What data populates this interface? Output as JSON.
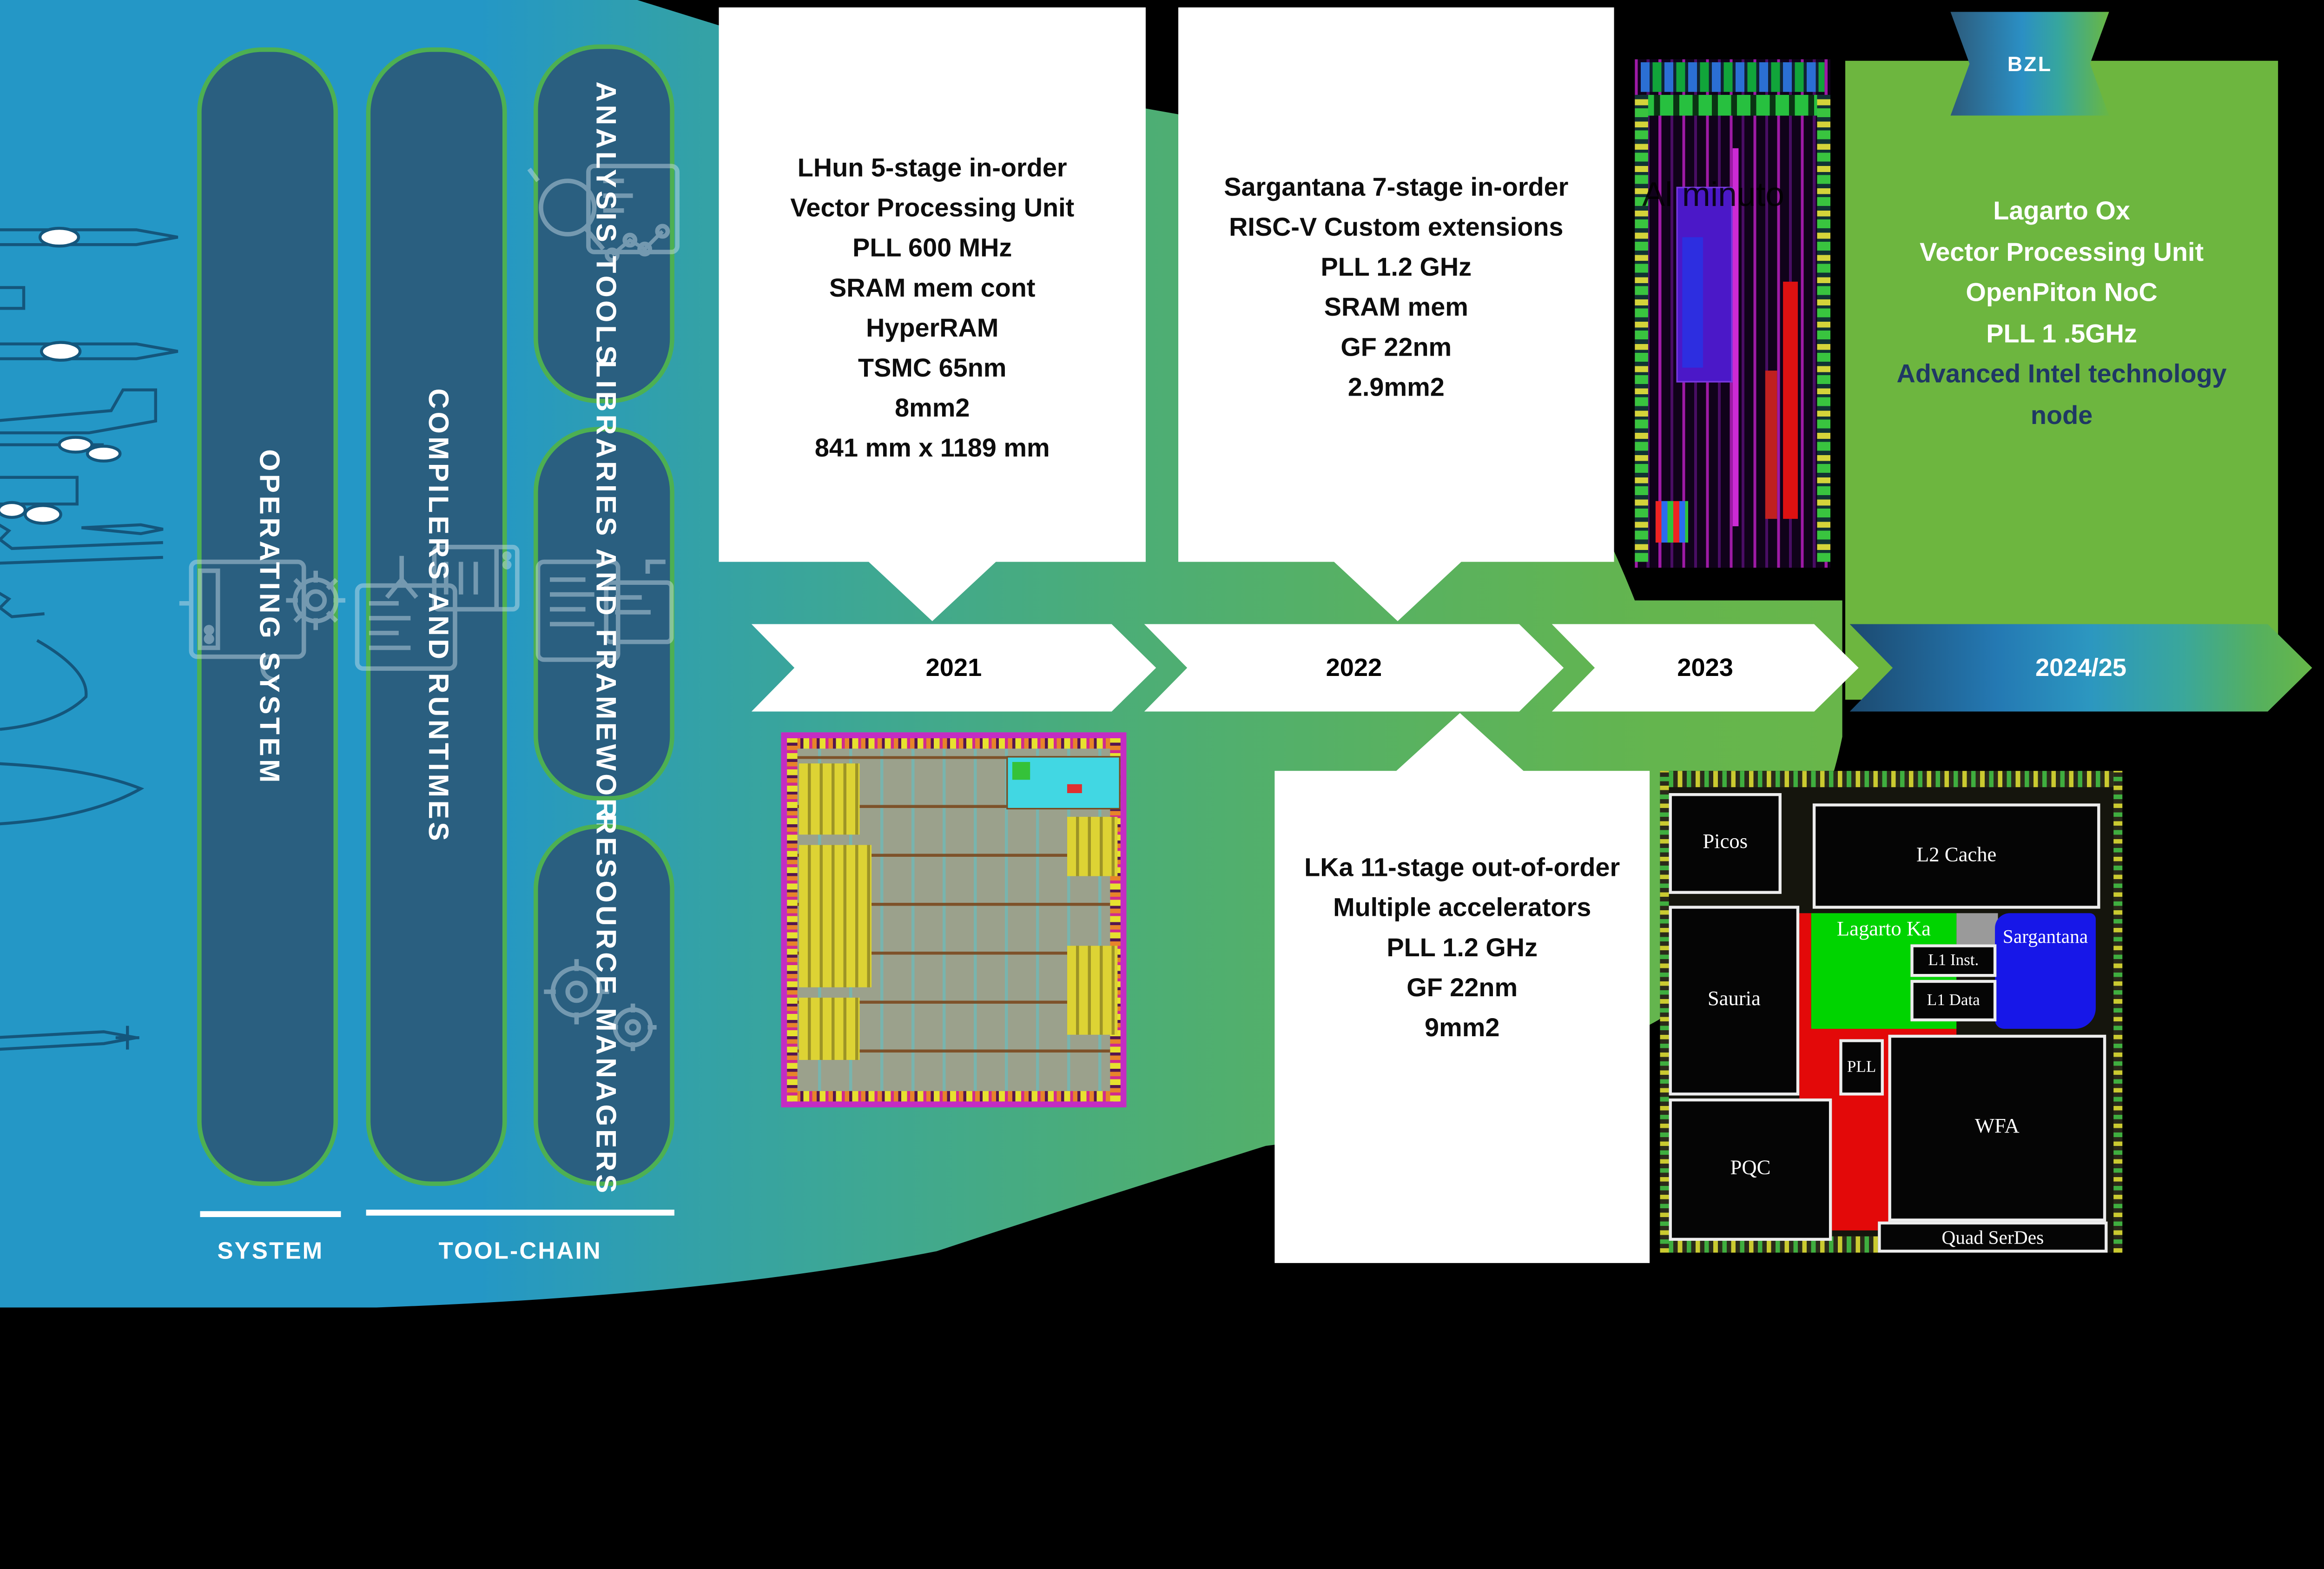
{
  "colors": {
    "background": "#000000",
    "panel_blue": "#2497c6",
    "swoosh_green": "#62b452",
    "pill_fill": "#2a5f80",
    "pill_border": "#4db052",
    "box_green": "#6db63f",
    "navy_text": "#1f3864",
    "arrow_gradient_start": "#1c4a70",
    "arrow_gradient_end": "#67b748"
  },
  "sidebar": {
    "pills": [
      {
        "label": "OPERATING SYSTEM",
        "icon": "os-machine-gear-icon"
      },
      {
        "label": "COMPILERS AND RUNTIMES",
        "icon": "compiler-terminal-icon"
      },
      {
        "label": "ANALYSIS TOOLS",
        "icon": "analysis-magnifier-chart-icon"
      },
      {
        "label": "LIBRARIES AND FRAMEWORKS",
        "icon": "libraries-frameworks-icon"
      },
      {
        "label": "RESOURCE MANAGERS",
        "icon": "resource-managers-gear-icon"
      }
    ],
    "footer": [
      {
        "label": "SYSTEM"
      },
      {
        "label": "TOOL-CHAIN"
      }
    ]
  },
  "timeline": {
    "years": [
      {
        "label": "2021"
      },
      {
        "label": "2022"
      },
      {
        "label": "2023"
      },
      {
        "label": "2024/25"
      }
    ]
  },
  "callouts": {
    "y2021": {
      "lines": [
        "LHun 5-stage in-order",
        "Vector Processing Unit",
        "PLL 600 MHz",
        "SRAM mem cont",
        "HyperRAM",
        "TSMC 65nm",
        "8mm2",
        "841 mm x 1189 mm"
      ]
    },
    "y2022": {
      "lines": [
        "Sargantana 7-stage in-order",
        "RISC-V Custom extensions",
        "PLL 1.2 GHz",
        "SRAM mem",
        "GF 22nm",
        "2.9mm2"
      ]
    },
    "y2023": {
      "lines": [
        "LKa 11-stage out-of-order",
        "Multiple accelerators",
        "PLL 1.2 GHz",
        "GF 22nm",
        "9mm2"
      ]
    },
    "y2024": {
      "white_lines": [
        "Lagarto Ox",
        "Vector Processing Unit",
        "OpenPiton NoC",
        "PLL 1 .5GHz"
      ],
      "navy_lines": [
        "Advanced Intel technology",
        "node"
      ]
    }
  },
  "ribbon": {
    "label": "BZL"
  },
  "chip_2023": {
    "watermark": "Al minuto"
  },
  "floorplan": {
    "picos": "Picos",
    "l2": "L2 Cache",
    "sauria": "Sauria",
    "lagarto": "Lagarto Ka",
    "sargantana": "Sargantana",
    "l1i": "L1 Inst.",
    "l1d": "L1 Data",
    "pll": "PLL",
    "pqc": "PQC",
    "wfa": "WFA",
    "serdes": "Quad SerDes"
  }
}
